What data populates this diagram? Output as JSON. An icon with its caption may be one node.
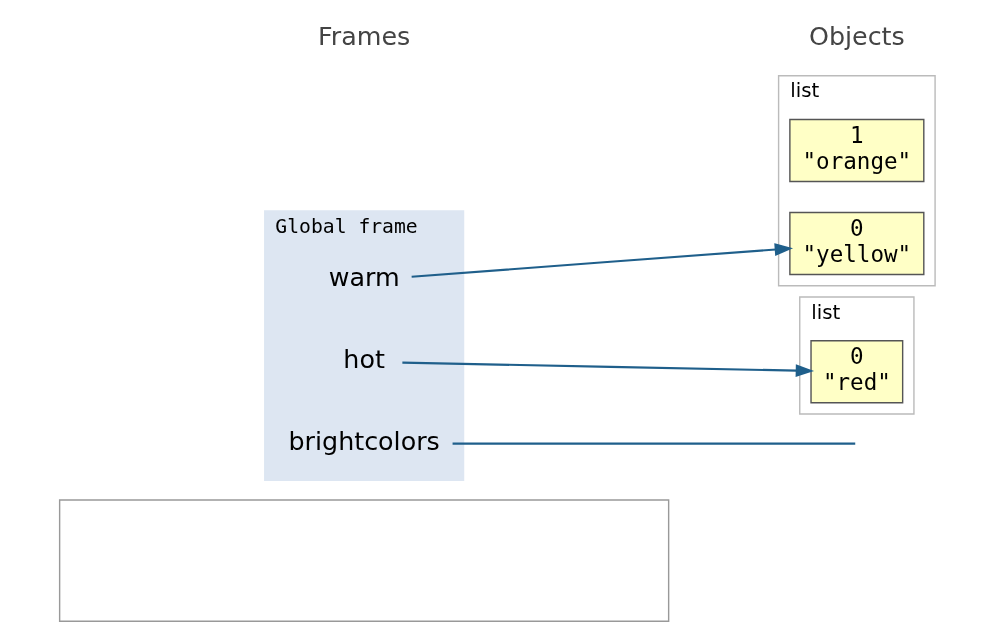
{
  "diagram": {
    "nodes": [
      {
        "text": [],
        "shape": "box"
      },
      {
        "text": [
          "Global frame"
        ]
      },
      {
        "text": [
          "warm"
        ],
        "in": 1
      },
      {
        "text": [
          "hot"
        ],
        "in": 1
      },
      {
        "text": [
          "brightcolors"
        ],
        "in": 1
      },
      {
        "text": [
          "list"
        ]
      },
      {
        "text": [
          "0",
          "\"yellow\""
        ],
        "in": 5
      },
      {
        "text": [
          "1",
          "\"orange\""
        ],
        "in": 5
      },
      {
        "text": [
          "list"
        ]
      },
      {
        "text": [
          "0",
          "\"red\""
        ],
        "in": 8
      }
    ],
    "edges": [
      {
        "from": 2,
        "to": 6,
        "arrow": "to",
        "color": "#1f5f8b"
      },
      {
        "from": 3,
        "to": 9,
        "arrow": "to",
        "color": "#1f5f8b"
      },
      {
        "from": 4,
        "to": null,
        "arrow": "none",
        "color": "#1f5f8b"
      }
    ],
    "labels": [
      "Frames",
      "Objects"
    ]
  }
}
